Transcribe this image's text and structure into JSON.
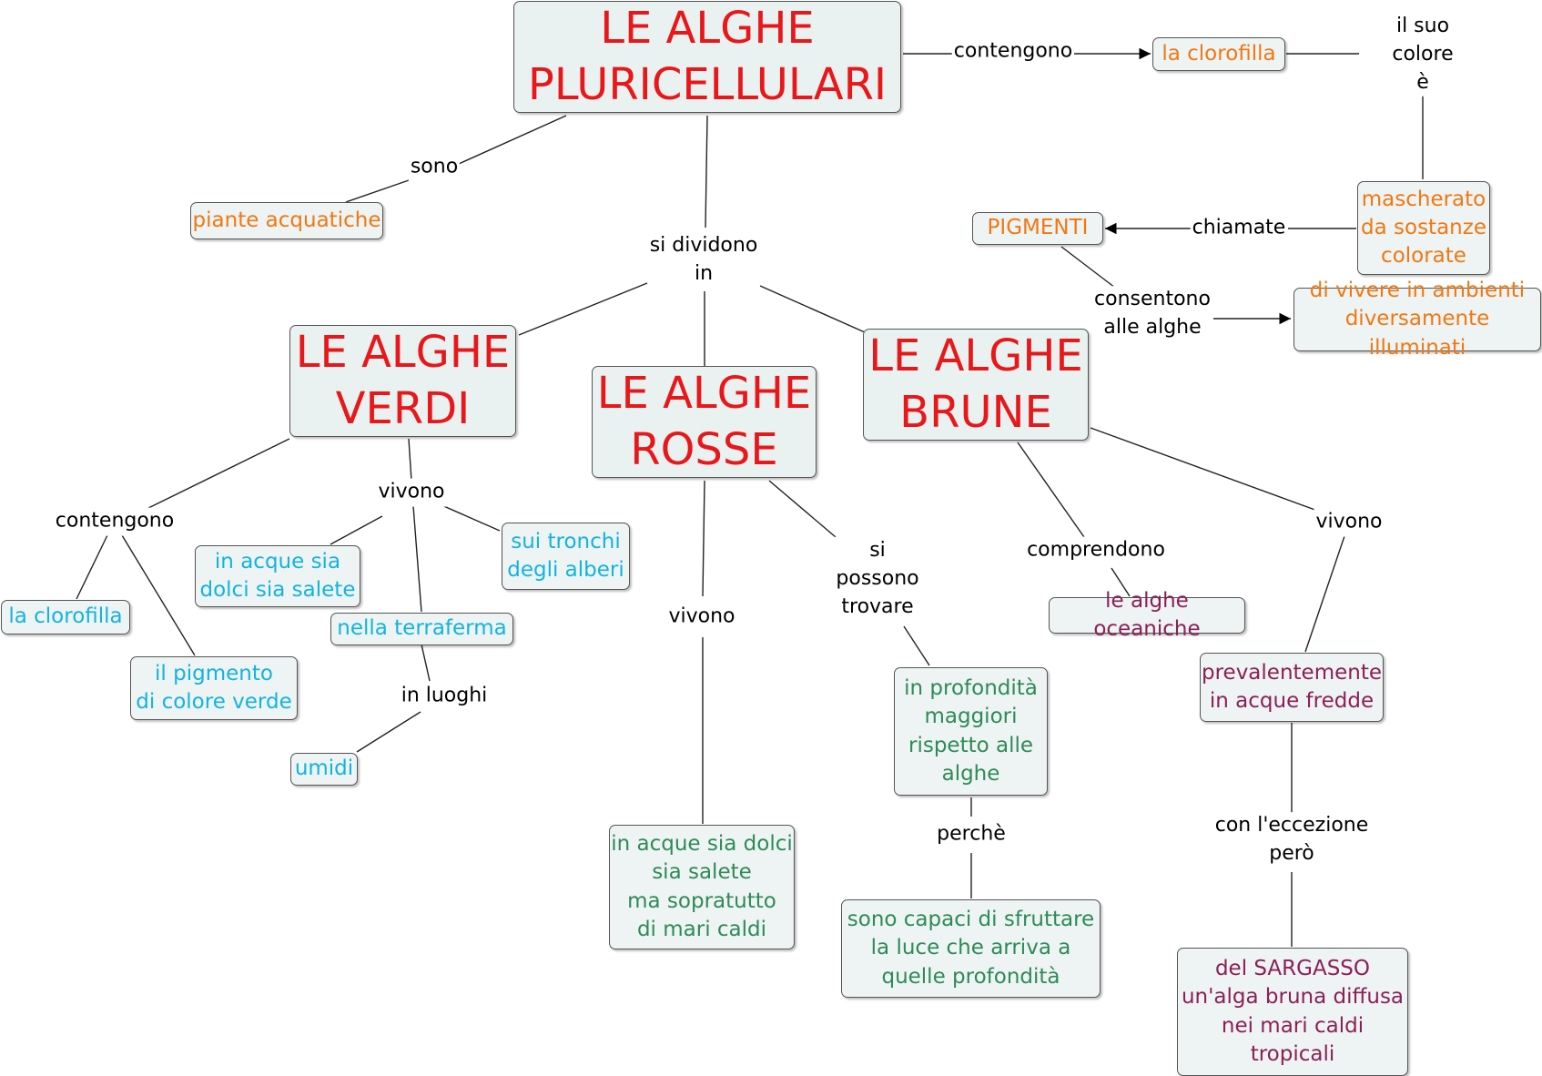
{
  "colors": {
    "title": "#e8171a",
    "orange": "#f07812",
    "cyan": "#12b4e0",
    "green": "#2e8b57",
    "purple": "#8b2058"
  },
  "nodes": {
    "main_title": "LE ALGHE\nPLURICELLULARI",
    "piante_acquatiche": "piante acquatiche",
    "la_clorofilla_top": "la clorofilla",
    "mascherato": "mascherato\nda sostanze\ncolorate",
    "pigmenti": "PIGMENTI",
    "di_vivere": "di vivere in ambienti\ndiversamente illuminati",
    "alghe_verdi": "LE ALGHE\nVERDI",
    "alghe_rosse": "LE ALGHE\nROSSE",
    "alghe_brune": "LE ALGHE\nBRUNE",
    "la_clorofilla_verdi": "la clorofilla",
    "il_pigmento": "il pigmento\ndi colore verde",
    "in_acque_sia_dolci_verdi": "in acque sia\ndolci sia salete",
    "sui_tronchi": "sui tronchi\ndegli alberi",
    "nella_terraferma": "nella terraferma",
    "umidi": "umidi",
    "in_acque_rosse": "in acque sia dolci\nsia salete\nma sopratutto\ndi mari caldi",
    "in_profondita": "in profondità\nmaggiori\nrispetto alle\nalghe",
    "sono_capaci": "sono capaci di sfruttare\nla luce che arriva a\nquelle profondità",
    "le_alghe_oceaniche": "le alghe oceaniche",
    "prevalentemente": "prevalentemente\nin acque fredde",
    "del_sargasso": "del SARGASSO\nun'alga bruna diffusa\nnei mari caldi\ntropicali"
  },
  "links": {
    "contengono_top": "contengono",
    "il_suo_colore": "il suo colore\nè",
    "chiamate": "chiamate",
    "consentono": "consentono\nalle alghe",
    "sono": "sono",
    "si_dividono": "si dividono\nin",
    "contengono_verdi": "contengono",
    "vivono_verdi": "vivono",
    "in_luoghi": "in luoghi",
    "vivono_rosse": "vivono",
    "si_possono": "si\npossono\ntrovare",
    "perche": "perchè",
    "comprendono": "comprendono",
    "vivono_brune": "vivono",
    "con_eccezione": "con l'eccezione\nperò"
  }
}
